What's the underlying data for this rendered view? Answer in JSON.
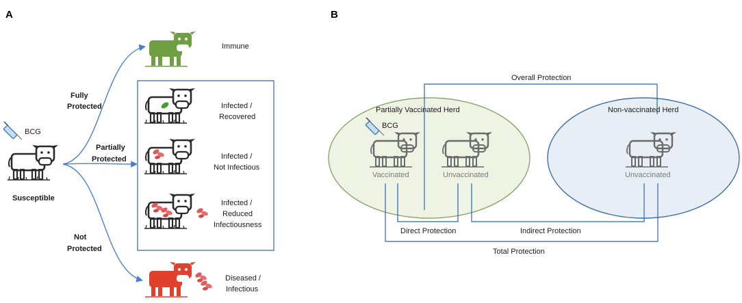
{
  "panel_a": {
    "label": "A",
    "vaccine": "BCG",
    "source": "Susceptible",
    "branches": {
      "fully": [
        "Fully",
        "Protected"
      ],
      "partially": [
        "Partially",
        "Protected"
      ],
      "not": [
        "Not",
        "Protected"
      ]
    },
    "outcomes": {
      "immune": [
        "Immune"
      ],
      "recovered": [
        "Infected /",
        "Recovered"
      ],
      "not_infectious": [
        "Infected /",
        "Not Infectious"
      ],
      "reduced": [
        "Infected /",
        "Reduced",
        "Infectiousness"
      ],
      "diseased": [
        "Diseased /",
        "Infectious"
      ]
    }
  },
  "panel_b": {
    "label": "B",
    "vaccine": "BCG",
    "overall": "Overall Protection",
    "partial_herd": "Partially Vaccinated Herd",
    "nonvacc_herd": "Non-vaccinated Herd",
    "vaccinated": "Vaccinated",
    "unvaccinated_1": "Unvaccinated",
    "unvaccinated_2": "Unvaccinated",
    "direct": "Direct Protection",
    "indirect": "Indirect Protection",
    "total": "Total Protection"
  },
  "colors": {
    "arrow": "#4a7fd0",
    "box": "#2d62b8",
    "immune_cow": "#6f9e43",
    "diseased_cow": "#e0402c",
    "infection": "#e05a5a",
    "recovered": "#4c9a3a",
    "partial_fill": "#eef3e4",
    "partial_stroke": "#8ba46c",
    "nonvacc_fill": "#e7eef6",
    "nonvacc_stroke": "#3f6fa8"
  }
}
